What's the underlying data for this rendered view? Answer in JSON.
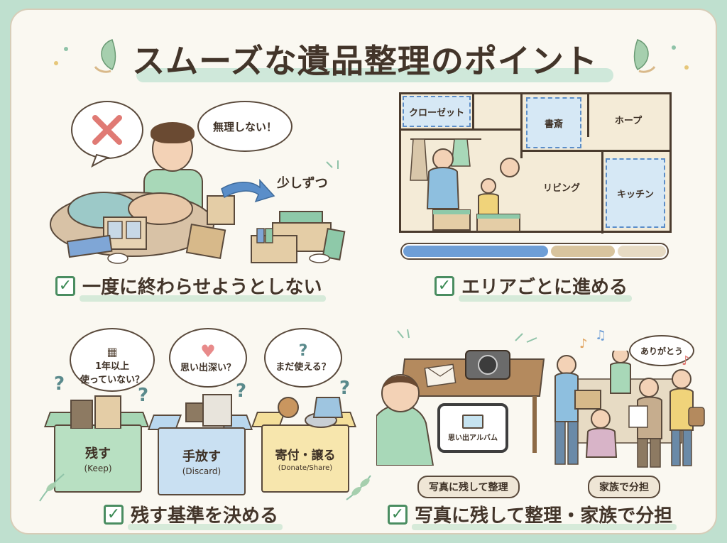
{
  "title": "スムーズな遺品整理のポイント",
  "colors": {
    "accent_green": "#4a8d61",
    "mint": "#bfe0cf",
    "blue": "#5b8dc8",
    "cream": "#faf8f1"
  },
  "panel1": {
    "bubble_thought": "無理しない！",
    "label_little": "少しずつ",
    "caption": "一度に終わらせようとしない"
  },
  "panel2": {
    "rooms": {
      "closet": "クローゼット",
      "study": "書斎",
      "hall": "ホープ",
      "living": "リビング",
      "kitchen": "キッチン"
    },
    "progress_segments": [
      0.55,
      0.25,
      0.2
    ],
    "caption": "エリアごとに進める"
  },
  "panel3": {
    "bubbles": [
      "1年以上\n使っていない？",
      "思い出深い？",
      "まだ使える？"
    ],
    "boxes": [
      {
        "label": "残す",
        "sub": "(Keep)"
      },
      {
        "label": "手放す",
        "sub": "(Discard)"
      },
      {
        "label": "寄付・譲る",
        "sub": "(Donate/Share)"
      }
    ],
    "caption": "残す基準を決める"
  },
  "panel4": {
    "phone_album": "思い出アルバム",
    "thanks": "ありがとう",
    "tag_photo": "写真に残して整理",
    "tag_family": "家族で分担",
    "caption": "写真に残して整理・家族で分担"
  }
}
